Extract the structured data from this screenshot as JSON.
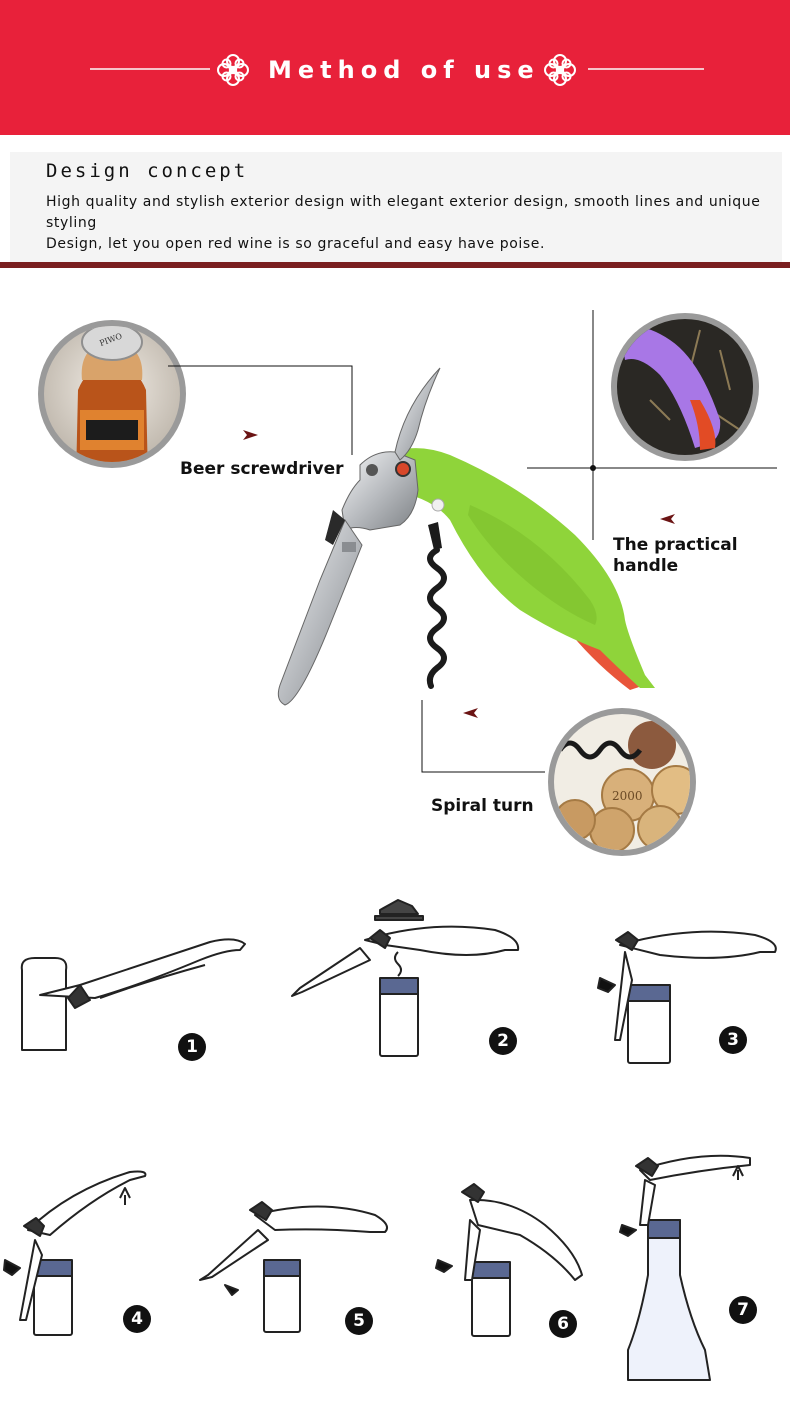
{
  "header": {
    "title": "Method of use",
    "bg_color": "#e8213a"
  },
  "concept": {
    "heading": "Design concept",
    "line1": "High quality and stylish exterior design with elegant exterior design, smooth lines and unique styling",
    "line2": "Design, let you open red wine is so graceful and easy have poise."
  },
  "features": {
    "beer": "Beer screwdriver",
    "handle": "The practical handle",
    "spiral": "Spiral turn"
  },
  "product": {
    "handle_color": "#8fd43a",
    "inner_color": "#e8553a",
    "metal_color": "#c9ccd0",
    "worm_color": "#1b1b1b"
  },
  "steps": [
    "1",
    "2",
    "3",
    "4",
    "5",
    "6",
    "7"
  ],
  "icons": {
    "header_flower": "flower-ornament-icon",
    "pointer": "arrow-pointer-icon"
  }
}
